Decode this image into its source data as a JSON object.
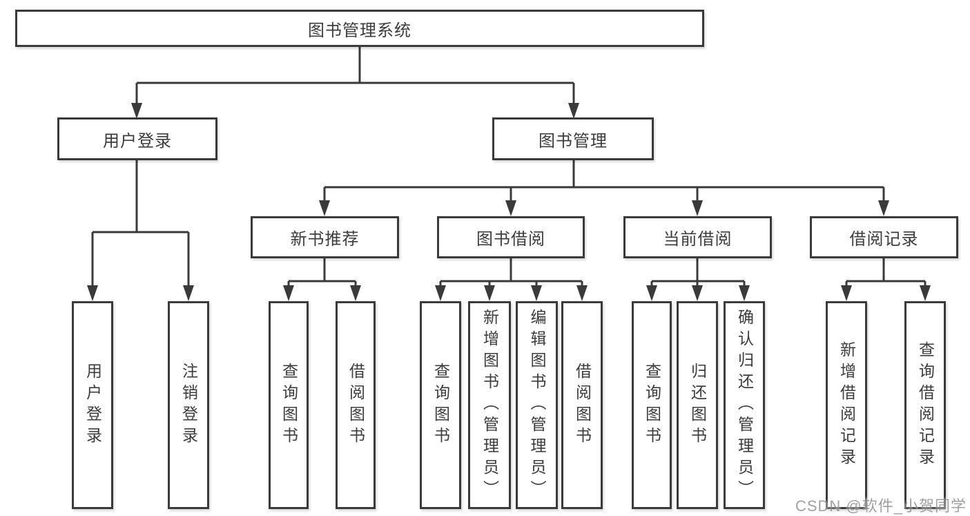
{
  "colors": {
    "line": "#3a3a3a",
    "box_border": "#3a3a3a",
    "text": "#3c3c3c",
    "background": "#ffffff",
    "watermark": "#8a8a8a"
  },
  "watermark": {
    "text": "CSDN @软件_小贺同学"
  },
  "tree": {
    "label": "图书管理系统",
    "children": [
      {
        "label": "用户登录",
        "children": [
          {
            "label": "用户登录"
          },
          {
            "label": "注销登录"
          }
        ]
      },
      {
        "label": "图书管理",
        "children": [
          {
            "label": "新书推荐",
            "children": [
              {
                "label": "查询图书"
              },
              {
                "label": "借阅图书"
              }
            ]
          },
          {
            "label": "图书借阅",
            "children": [
              {
                "label": "查询图书"
              },
              {
                "label": "新增图书（管理员）"
              },
              {
                "label": "编辑图书（管理员）"
              },
              {
                "label": "借阅图书"
              }
            ]
          },
          {
            "label": "当前借阅",
            "children": [
              {
                "label": "查询图书"
              },
              {
                "label": "归还图书"
              },
              {
                "label": "确认归还（管理员）"
              }
            ]
          },
          {
            "label": "借阅记录",
            "children": [
              {
                "label": "新增借阅记录"
              },
              {
                "label": "查询借阅记录"
              }
            ]
          }
        ]
      }
    ]
  }
}
